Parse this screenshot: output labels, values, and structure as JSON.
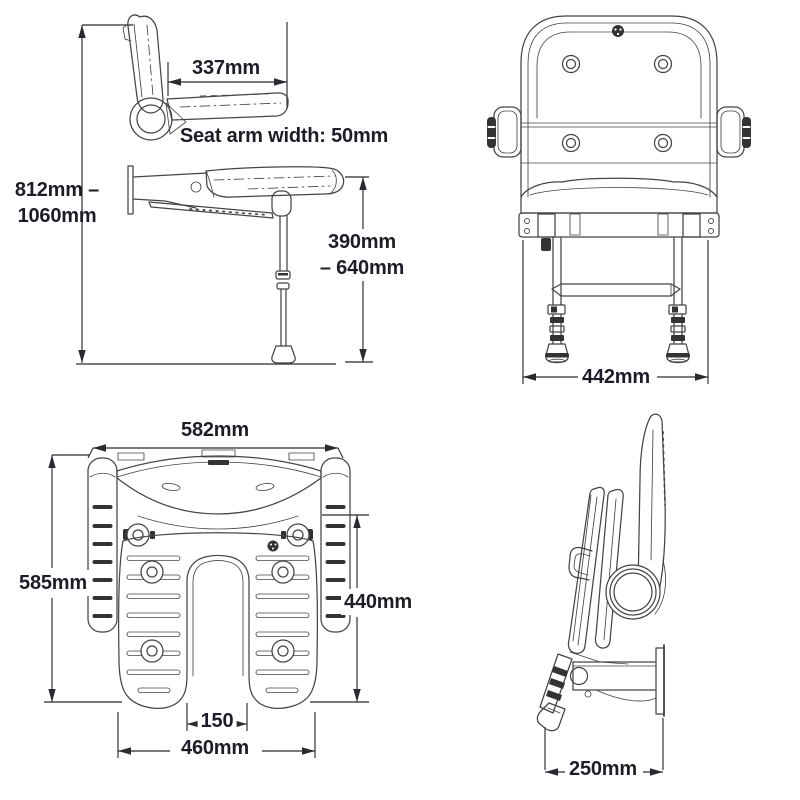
{
  "colors": {
    "ink": "#1d1d27",
    "line": "#454549",
    "dim": "#2a2a31",
    "dark": "#333333",
    "background": "#ffffff"
  },
  "diagram": {
    "views": {
      "side": {
        "arm_length": "337mm",
        "arm_width_note": "Seat arm width: 50mm",
        "wall_height_range": "812mm –\n1060mm",
        "leg_height_range": "390mm\n– 640mm"
      },
      "front": {
        "leg_width": "442mm"
      },
      "top": {
        "overall_width": "582mm",
        "overall_depth": "585mm",
        "seat_depth": "440mm",
        "cutout_width": "150",
        "seat_width": "460mm"
      },
      "folded": {
        "folded_depth": "250mm"
      }
    }
  }
}
